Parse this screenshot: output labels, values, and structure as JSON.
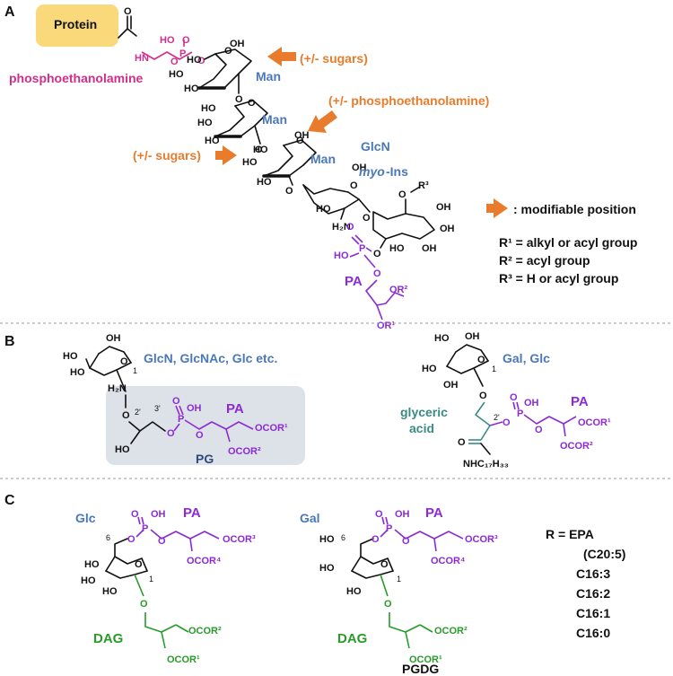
{
  "panels": {
    "a": {
      "label": "A",
      "protein": "Protein",
      "phosphoethanolamine": "phosphoethanolamine",
      "man1": "Man",
      "man2": "Man",
      "man3": "Man",
      "glcn": "GlcN",
      "myo": "myo",
      "ins": "-Ins",
      "sugars1": "(+/- sugars)",
      "petn": "(+/- phosphoethanolamine)",
      "sugars2": "(+/- sugars)",
      "modifiable": ": modifiable position",
      "r1": "R¹ = alkyl or acyl group",
      "r2": "R² = acyl group",
      "r3": "R³ = H or acyl group",
      "pa": "PA",
      "or1": "OR¹",
      "or2": "OR²",
      "r3atom": "O–R³"
    },
    "b": {
      "label": "B",
      "left_sugars": "GlcN, GlcNAc, Glc etc.",
      "pa_left": "PA",
      "pg": "PG",
      "right_sugars": "Gal, Glc",
      "glyceric1": "glyceric",
      "glyceric2": "acid",
      "pa_right": "PA",
      "nhc": "NHC₁₇H₃₃",
      "ocor1_l": "OCOR¹",
      "ocor2_l": "OCOR²",
      "ocor1_r": "OCOR¹",
      "ocor2_r": "OCOR²"
    },
    "c": {
      "label": "C",
      "glc": "Glc",
      "gal": "Gal",
      "pa1": "PA",
      "pa2": "PA",
      "dag1": "DAG",
      "dag2": "DAG",
      "pgdg": "PGDG",
      "r_eq": "R = EPA",
      "r_list": [
        "(C20:5)",
        "C16:3",
        "C16:2",
        "C16:1",
        "C16:0"
      ],
      "ocor3_1": "OCOR³",
      "ocor4_1": "OCOR⁴",
      "ocor2_1": "OCOR²",
      "ocor1_1": "OCOR¹",
      "ocor3_2": "OCOR³",
      "ocor4_2": "OCOR⁴",
      "ocor2_2": "OCOR²",
      "ocor1_2": "OCOR¹"
    }
  },
  "colors": {
    "sugar_label": "#4a78b8",
    "pa": "#8c2bd0",
    "dag": "#2a9a2a",
    "arrow": "#e97c2c",
    "phosphoethanolamine": "#d12e8c",
    "glyceric_acid": "#3a8a86",
    "protein_box": "#f9d97a",
    "pg_box": "#dde1e8"
  }
}
